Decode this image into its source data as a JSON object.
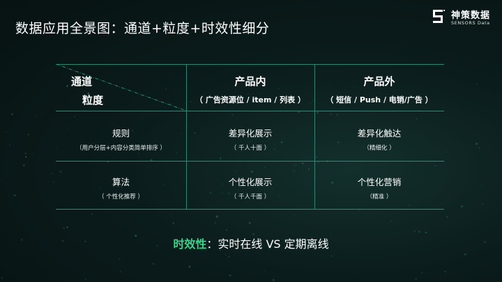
{
  "title": "数据应用全景图：通道+粒度+时效性细分",
  "logo": {
    "name_cn": "神策数据",
    "name_en": "SENSORS Data"
  },
  "table": {
    "corner": {
      "top": "通道",
      "bottom": "粒度"
    },
    "columns": [
      {
        "label": "产品内",
        "sub": "（ 广告资源位 / item / 列表 ）"
      },
      {
        "label": "产品外",
        "sub": "（ 短信 / Push / 电销/广告 ）"
      }
    ],
    "rows": [
      {
        "label": "规则",
        "sub": "（用户分层+内容分类简单排序 ）",
        "cells": [
          {
            "main": "差异化展示",
            "sub": "（ 千人十面 ）"
          },
          {
            "main": "差异化触达",
            "sub": "（精细化 ）"
          }
        ]
      },
      {
        "label": "算法",
        "sub": "（ 个性化推荐 ）",
        "cells": [
          {
            "main": "个性化展示",
            "sub": "（ 千人千面 ）"
          },
          {
            "main": "个性化营销",
            "sub": "（精准 ）"
          }
        ]
      }
    ]
  },
  "timeliness": {
    "label": "时效性",
    "colon": "：",
    "text": "实时在线 VS  定期离线"
  },
  "colors": {
    "accent": "#3fd08a",
    "grid_line": "#2a8d76",
    "background": "#0b1c1c"
  }
}
